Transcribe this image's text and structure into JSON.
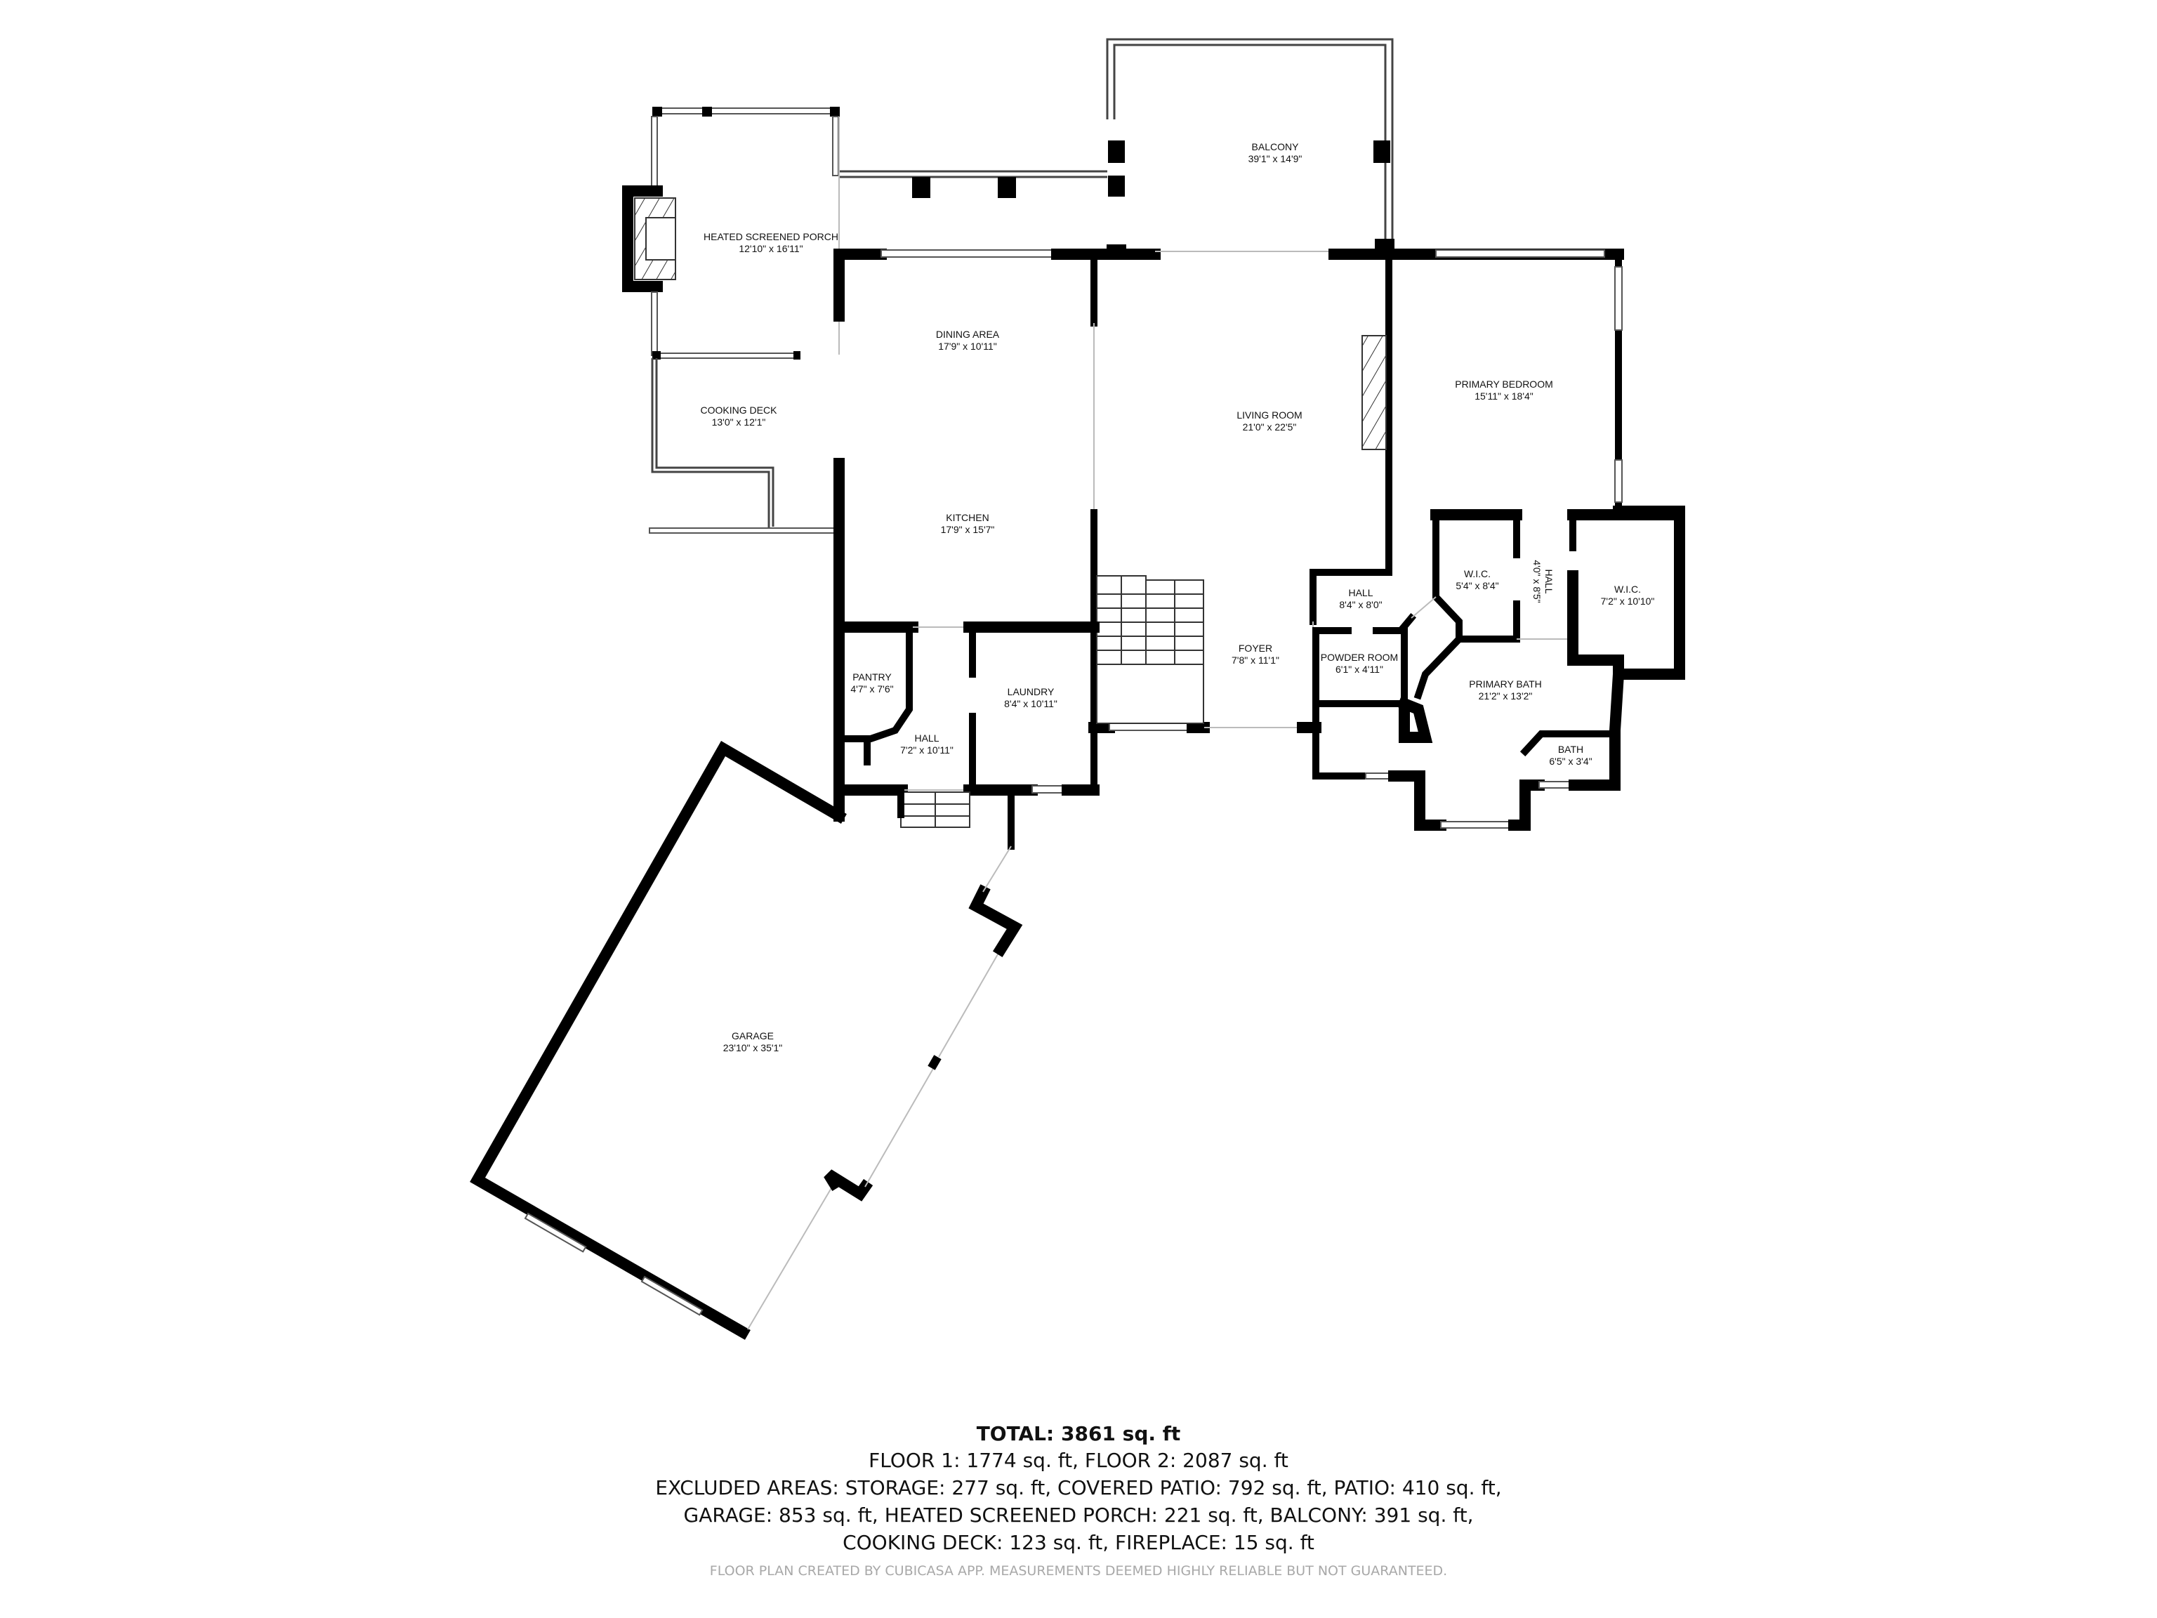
{
  "plan": {
    "colors": {
      "wall": "#000000",
      "background": "#ffffff",
      "window": "#555555",
      "disclaimer": "#a8a8a8"
    },
    "rooms": [
      {
        "id": "balcony",
        "name": "BALCONY",
        "dims": "39'1\" x 14'9\""
      },
      {
        "id": "heated_screened_porch",
        "name": "HEATED SCREENED PORCH",
        "dims": "12'10\" x 16'11\""
      },
      {
        "id": "cooking_deck",
        "name": "COOKING DECK",
        "dims": "13'0\" x 12'1\""
      },
      {
        "id": "dining_area",
        "name": "DINING AREA",
        "dims": "17'9\" x 10'11\""
      },
      {
        "id": "kitchen",
        "name": "KITCHEN",
        "dims": "17'9\" x 15'7\""
      },
      {
        "id": "living_room",
        "name": "LIVING ROOM",
        "dims": "21'0\" x 22'5\""
      },
      {
        "id": "primary_bedroom",
        "name": "PRIMARY BEDROOM",
        "dims": "15'11\" x 18'4\""
      },
      {
        "id": "hall_1",
        "name": "HALL",
        "dims": "8'4\" x 8'0\""
      },
      {
        "id": "wic_1",
        "name": "W.I.C.",
        "dims": "5'4\" x 8'4\""
      },
      {
        "id": "hall_2",
        "name": "HALL",
        "dims": "4'0\" x 8'5\""
      },
      {
        "id": "wic_2",
        "name": "W.I.C.",
        "dims": "7'2\" x 10'10\""
      },
      {
        "id": "foyer",
        "name": "FOYER",
        "dims": "7'8\" x 11'1\""
      },
      {
        "id": "powder_room",
        "name": "POWDER ROOM",
        "dims": "6'1\" x 4'11\""
      },
      {
        "id": "primary_bath",
        "name": "PRIMARY BATH",
        "dims": "21'2\" x 13'2\""
      },
      {
        "id": "bath",
        "name": "BATH",
        "dims": "6'5\" x 3'4\""
      },
      {
        "id": "pantry",
        "name": "PANTRY",
        "dims": "4'7\" x 7'6\""
      },
      {
        "id": "hall_3",
        "name": "HALL",
        "dims": "7'2\" x 10'11\""
      },
      {
        "id": "laundry",
        "name": "LAUNDRY",
        "dims": "8'4\" x 10'11\""
      },
      {
        "id": "garage",
        "name": "GARAGE",
        "dims": "23'10\" x 35'1\""
      }
    ]
  },
  "summary": {
    "total": "TOTAL: 3861 sq. ft",
    "lines": [
      "FLOOR 1: 1774 sq. ft, FLOOR 2: 2087 sq. ft",
      "EXCLUDED AREAS: STORAGE: 277 sq. ft, COVERED PATIO: 792 sq. ft, PATIO: 410 sq. ft,",
      "GARAGE: 853 sq. ft, HEATED SCREENED PORCH: 221 sq. ft, BALCONY: 391 sq. ft,",
      "COOKING DECK: 123 sq. ft, FIREPLACE: 15 sq. ft"
    ],
    "disclaimer": "FLOOR PLAN CREATED BY CUBICASA APP. MEASUREMENTS DEEMED HIGHLY RELIABLE BUT NOT GUARANTEED."
  }
}
